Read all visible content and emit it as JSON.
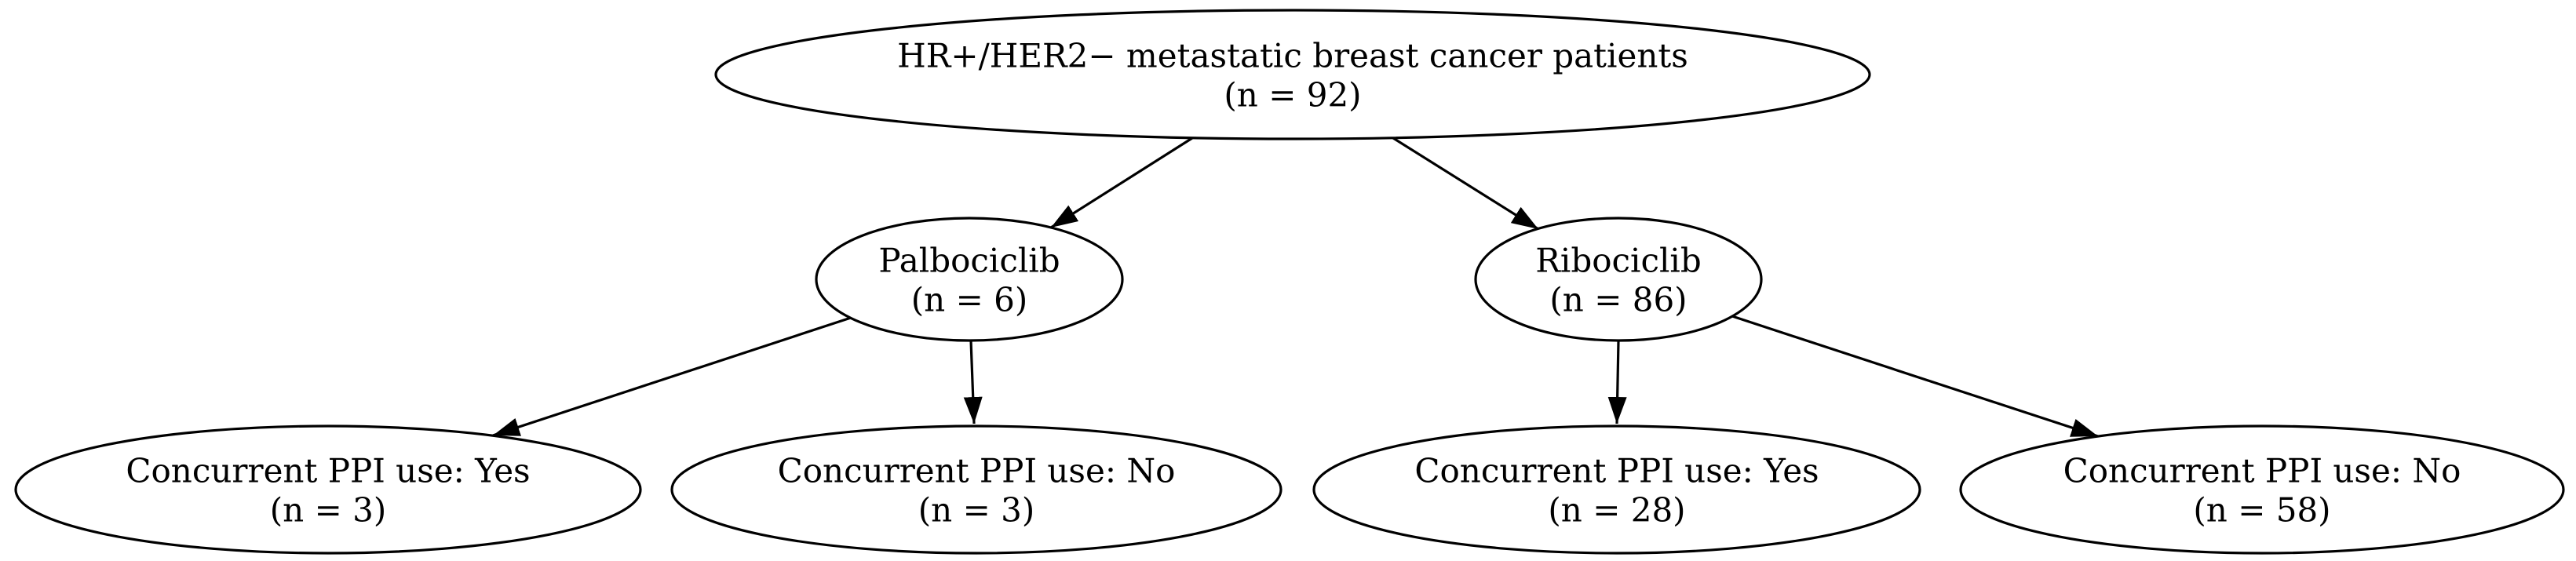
{
  "page": {
    "background": "#ffffff"
  },
  "diagram": {
    "type": "tree-flowchart",
    "direction": "top-down",
    "colors": {
      "node_fill": "#ffffff",
      "node_stroke": "#000000",
      "edge": "#000000",
      "text": "#000000"
    },
    "nodes": {
      "root": {
        "label": "HR+/HER2− metastatic breast cancer patients",
        "count": "(n = 92)",
        "n": 92
      },
      "palbociclib": {
        "label": "Palbociclib",
        "count": "(n = 6)",
        "n": 6
      },
      "ribociclib": {
        "label": "Ribociclib",
        "count": "(n = 86)",
        "n": 86
      },
      "palbociclib_ppi_yes": {
        "label": "Concurrent PPI use: Yes",
        "count": "(n = 3)",
        "n": 3
      },
      "palbociclib_ppi_no": {
        "label": "Concurrent PPI use: No",
        "count": "(n = 3)",
        "n": 3
      },
      "ribociclib_ppi_yes": {
        "label": "Concurrent PPI use: Yes",
        "count": "(n = 28)",
        "n": 28
      },
      "ribociclib_ppi_no": {
        "label": "Concurrent PPI use: No",
        "count": "(n = 58)",
        "n": 58
      }
    },
    "edges": [
      {
        "from": "root",
        "to": "palbociclib"
      },
      {
        "from": "root",
        "to": "ribociclib"
      },
      {
        "from": "palbociclib",
        "to": "palbociclib_ppi_yes"
      },
      {
        "from": "palbociclib",
        "to": "palbociclib_ppi_no"
      },
      {
        "from": "ribociclib",
        "to": "ribociclib_ppi_yes"
      },
      {
        "from": "ribociclib",
        "to": "ribociclib_ppi_no"
      }
    ]
  }
}
